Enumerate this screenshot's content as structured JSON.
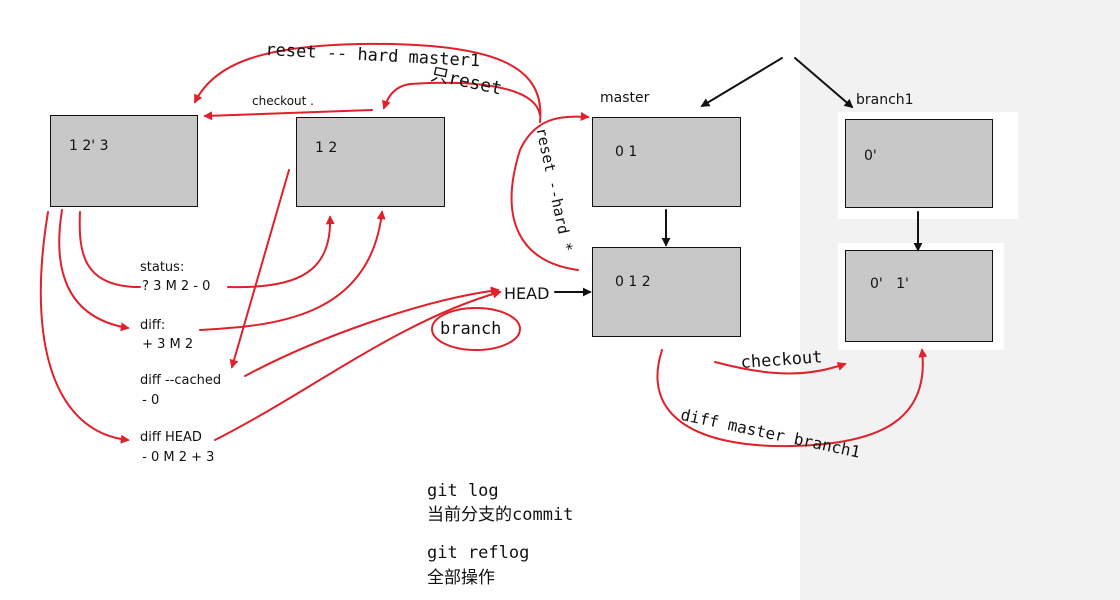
{
  "boxes": {
    "working_dir": {
      "label": "1 2' 3"
    },
    "index": {
      "label": "1 2"
    },
    "master_top": {
      "label": "0 1"
    },
    "master_head": {
      "label": "0 1 2"
    },
    "branch1_top": {
      "label": "0'"
    },
    "branch1_bottom": {
      "label": "0'   1'"
    }
  },
  "labels": {
    "master": "master",
    "branch1": "branch1",
    "head": "HEAD",
    "branch": "branch",
    "reset_hard_master1": "reset -- hard master1",
    "only_reset": "只reset",
    "checkout_dot": "checkout .",
    "reset_hard_star": "reset --hard *",
    "checkout": "checkout",
    "diff_master_branch1": "diff master branch1"
  },
  "commands": {
    "status": {
      "name": "status:",
      "value": " ? 3 M 2 - 0"
    },
    "diff": {
      "name": "diff:",
      "value": " + 3 M 2"
    },
    "diff_cached": {
      "name": "diff --cached",
      "value": " - 0"
    },
    "diff_head": {
      "name": "diff HEAD",
      "value": " - 0 M 2 + 3"
    }
  },
  "notes": {
    "git_log": "git log",
    "git_log_desc": "当前分支的commit",
    "git_reflog": "git reflog",
    "git_reflog_desc": "全部操作"
  },
  "colors": {
    "arrow_red": "#e0202a",
    "arrow_black": "#111111",
    "box_fill": "#c8c8c8",
    "panel_bg": "#f2f2f2"
  }
}
